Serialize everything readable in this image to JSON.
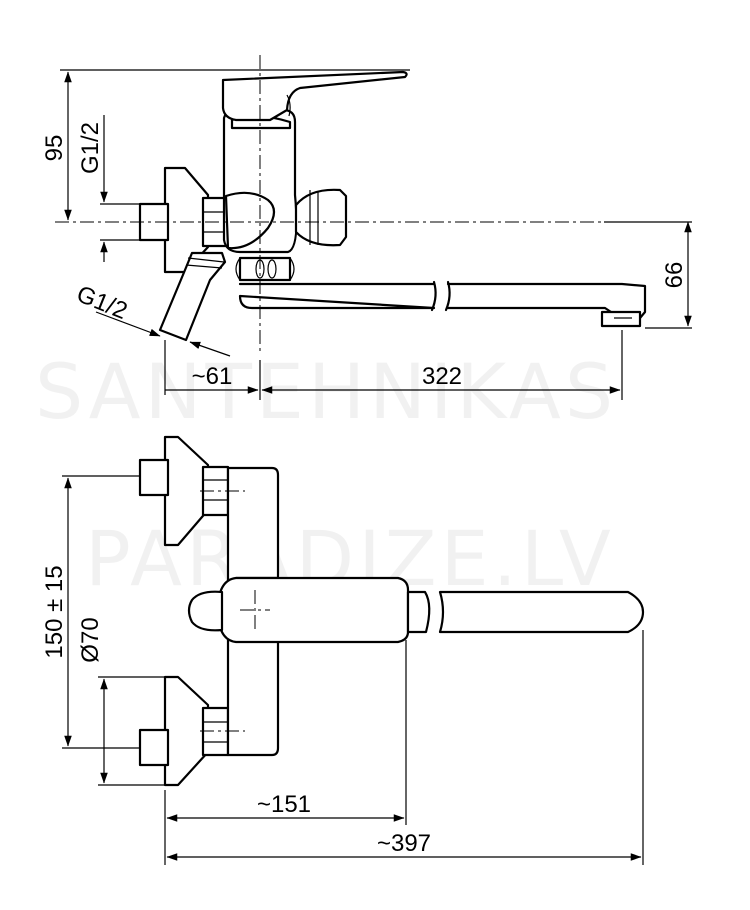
{
  "watermark": {
    "line1": "SANTEHNIKAS",
    "line2": "PARADIZE.LV"
  },
  "dimensions": {
    "top": {
      "height_lever": "95",
      "thread_inlet_top": "G1/2",
      "thread_inlet_angled": "G1/2",
      "outlet_height": "66",
      "offset_wall": "~61",
      "spout_reach": "322"
    },
    "bottom": {
      "center_distance": "150 ± 15",
      "flange_diameter": "Ø70",
      "body_depth": "~151",
      "total_depth": "~397"
    }
  }
}
